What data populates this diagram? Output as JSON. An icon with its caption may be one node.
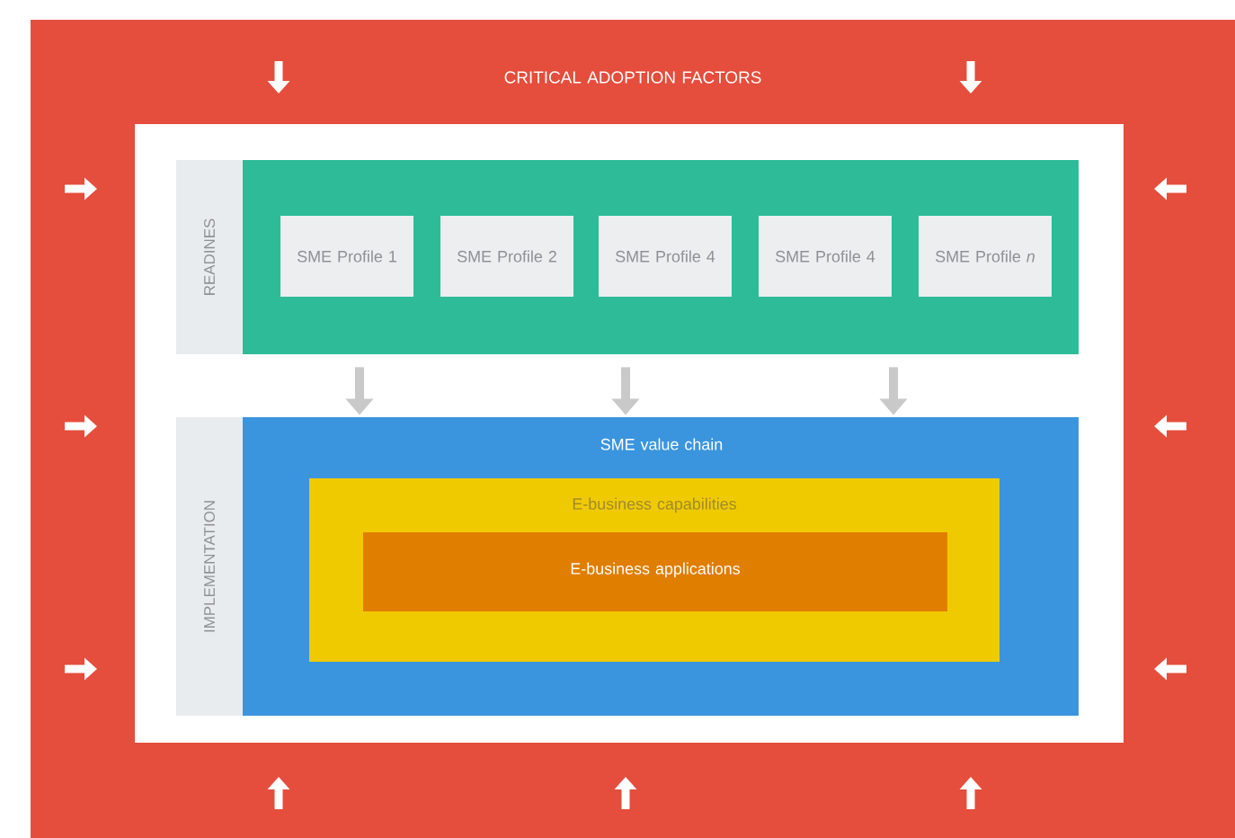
{
  "diagram": {
    "nodes": [
      {
        "text": [
          "CRITICAL ADOPTION FACTORS"
        ]
      },
      {
        "text": [
          "READINES"
        ],
        "in": 0
      },
      {
        "text": [
          "SME Profile 1"
        ],
        "in": 1
      },
      {
        "text": [
          "SME Profile 2"
        ],
        "in": 1
      },
      {
        "text": [
          "SME Profile 4"
        ],
        "in": 1
      },
      {
        "text": [
          "SME Profile 4"
        ],
        "in": 1
      },
      {
        "text": [
          "SME Profile *n*"
        ],
        "in": 1
      },
      {
        "text": [
          "IMPLEMENTATION",
          "SME value chain"
        ],
        "in": 0
      },
      {
        "text": [
          "E-business capabilities"
        ],
        "in": 7
      },
      {
        "text": [
          "E-business applications"
        ],
        "in": 8
      }
    ],
    "edges": [
      {
        "from": 1,
        "to": 7,
        "arrow": "to"
      },
      {
        "from": 1,
        "to": 7,
        "arrow": "to"
      },
      {
        "from": 1,
        "to": 7,
        "arrow": "to"
      }
    ]
  }
}
